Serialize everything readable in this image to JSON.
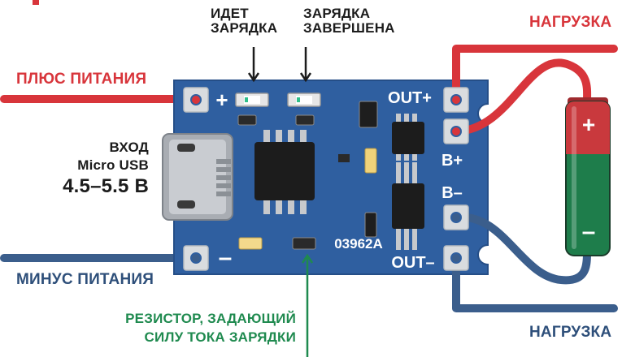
{
  "labels": {
    "charging": "ИДЕТ\nЗАРЯДКА",
    "charge_done": "ЗАРЯДКА\nЗАВЕРШЕНА",
    "plus_power": "ПЛЮС ПИТАНИЯ",
    "minus_power": "МИНУС ПИТАНИЯ",
    "input_line1": "ВХОД",
    "input_line2": "Micro USB",
    "input_line3": "4.5–5.5 В",
    "load_top": "НАГРУЗКА",
    "load_bottom": "НАГРУЗКА",
    "resistor_line1": "РЕЗИСТОР, ЗАДАЮЩИЙ",
    "resistor_line2": "СИЛУ ТОКА ЗАРЯДКИ"
  },
  "board": {
    "pin_out_plus": "OUT+",
    "pin_b_plus": "B+",
    "pin_b_minus": "B–",
    "pin_out_minus": "OUT–",
    "sign_plus": "+",
    "sign_minus": "–",
    "marking": "03962A"
  },
  "battery": {
    "plus": "+",
    "minus": "–"
  },
  "colors": {
    "board": "#2f5fa0",
    "wire_red": "#d8353b",
    "wire_blue": "#3b5e8c",
    "battery_red": "#c9393d",
    "battery_green": "#1e7d4b",
    "label_green": "#1f8a4f"
  }
}
